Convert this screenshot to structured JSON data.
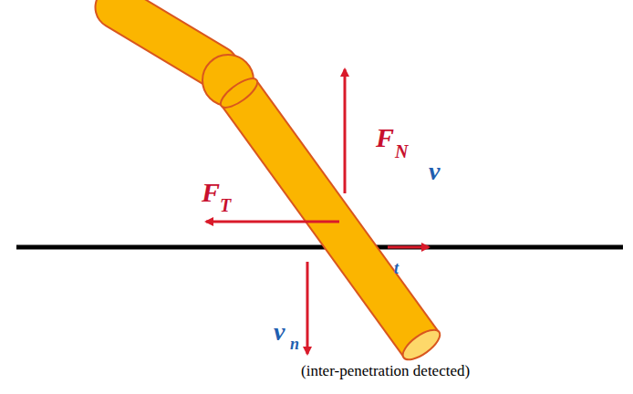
{
  "diagram": {
    "labels": [
      "F",
      "N",
      "F",
      "T",
      "v",
      "t",
      "v",
      "n",
      "(inter-penetration detected)"
    ]
  }
}
